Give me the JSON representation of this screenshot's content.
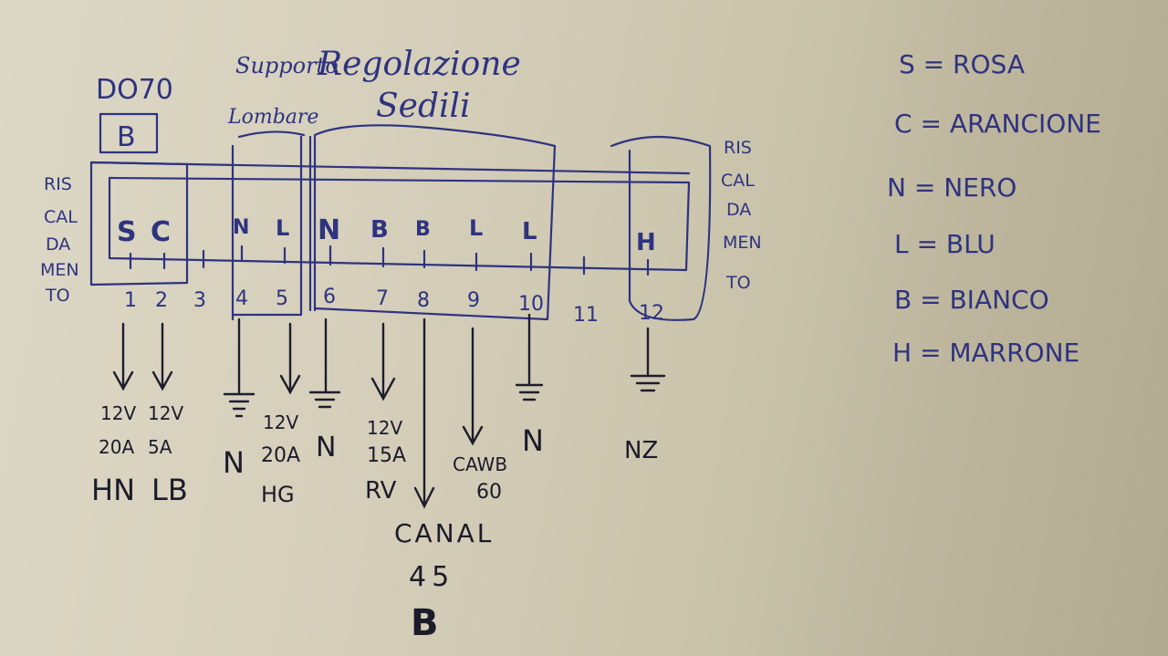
{
  "header": {
    "device": "DO70",
    "device_letter": "B",
    "support_line1": "Supporto",
    "support_line2": "Lombare",
    "regulation_line1": "Regolazione",
    "regulation_line2": "Sedili"
  },
  "side_label_left": [
    "RIS",
    "CAL",
    "DA",
    "MEN",
    "TO"
  ],
  "side_label_right": [
    "RIS",
    "CAL",
    "DA",
    "MEN",
    "TO"
  ],
  "pins": [
    {
      "num": "1",
      "color": "S"
    },
    {
      "num": "2",
      "color": "C"
    },
    {
      "num": "3",
      "color": ""
    },
    {
      "num": "4",
      "color": "N"
    },
    {
      "num": "5",
      "color": "L"
    },
    {
      "num": "6",
      "color": "N"
    },
    {
      "num": "7",
      "color": "B"
    },
    {
      "num": "8",
      "color": "B"
    },
    {
      "num": "9",
      "color": "L"
    },
    {
      "num": "10",
      "color": "L"
    },
    {
      "num": "11",
      "color": ""
    },
    {
      "num": "12",
      "color": "H"
    }
  ],
  "outputs": {
    "p1": [
      "12V",
      "20A",
      "HN"
    ],
    "p2": [
      "12V",
      "5A",
      "LB"
    ],
    "p4": [
      "N"
    ],
    "p5": [
      "12V",
      "20A",
      "HG"
    ],
    "p6": [
      "N"
    ],
    "p7": [
      "12V",
      "15A",
      "RV"
    ],
    "p8": [
      "CANAL",
      "45",
      "B"
    ],
    "p9": [
      "CAWB",
      "60"
    ],
    "p10": [
      "N"
    ],
    "p12": [
      "NZ"
    ]
  },
  "legend": [
    "S = ROSA",
    "C = ARANCIONE",
    "N = NERO",
    "L = BLU",
    "B = BIANCO",
    "H = MARRONE"
  ]
}
